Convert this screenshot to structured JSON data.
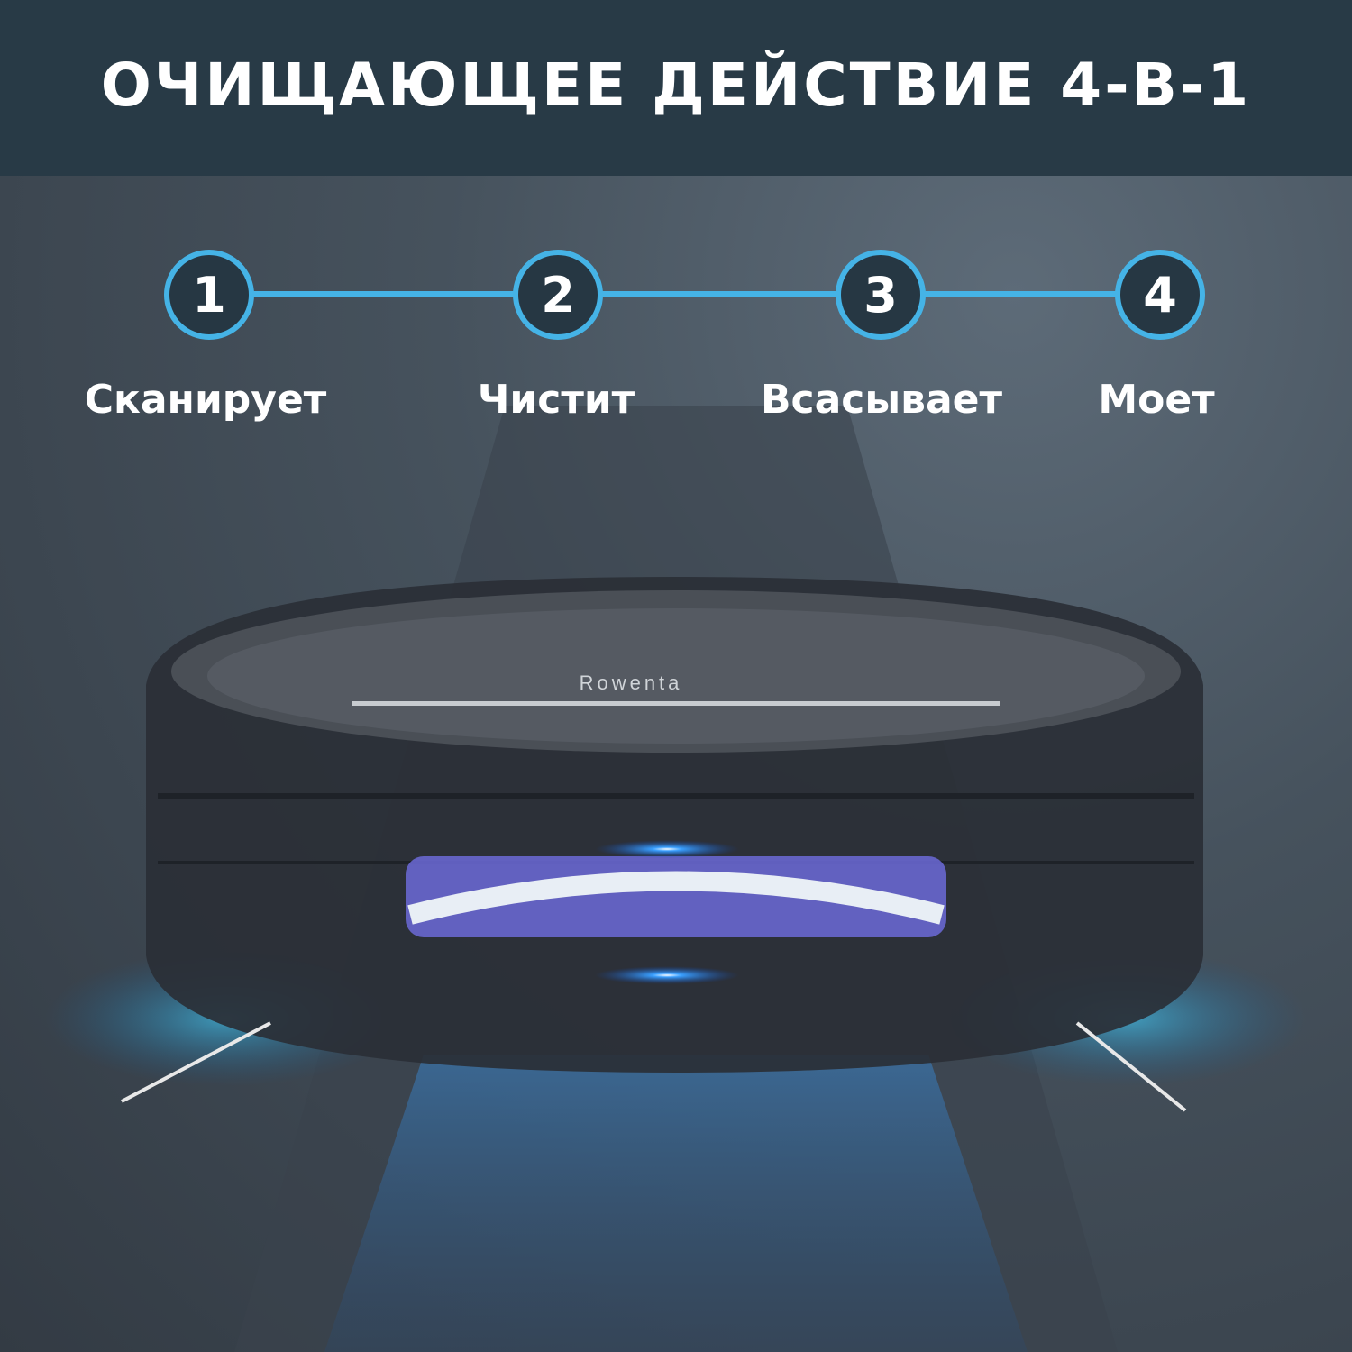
{
  "title": "ОЧИЩАЮЩЕЕ ДЕЙСТВИЕ 4-В-1",
  "steps": [
    {
      "number": "1",
      "label": "Сканирует"
    },
    {
      "number": "2",
      "label": "Чистит"
    },
    {
      "number": "3",
      "label": "Всасывает"
    },
    {
      "number": "4",
      "label": "Моет"
    }
  ],
  "product": {
    "brand": "Rowenta"
  },
  "colors": {
    "header": "#283a46",
    "accent": "#45b3e6",
    "circle_fill": "#263743"
  }
}
